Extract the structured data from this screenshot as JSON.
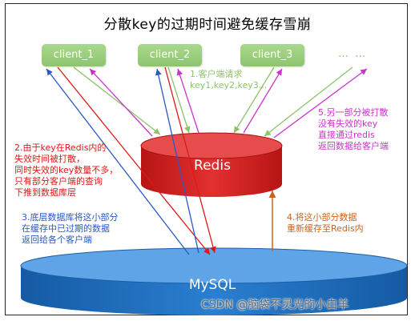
{
  "title": "分散key的过期时间避免缓存雪崩",
  "clients": [
    "client_1",
    "client_2",
    "client_3"
  ],
  "more_clients": "… …",
  "notes": {
    "request": "1.客户端请求\nkey1,key2,key3...",
    "cache_hit": "5.另一部分被打散\n没有失效的key\n直接通过redis\n返回数据给客户端",
    "partial_miss": "2.由于key在Redis内的\n失效时间被打散，\n同时失效的key数量不多，\n只有部分客户端的查询\n下推到数据库层",
    "db_return": "3.底层数据库将这小部分\n在缓存中已过期的数据\n返回给各个客户端",
    "recache": "4.将这小部分数据\n重新缓存至Redis内"
  },
  "redis_label": "Redis",
  "mysql_label": "MySQL",
  "watermark": "CSDN @脑袋不灵光的小白羊",
  "colors": {
    "client": "#8ec46f",
    "redis": "#d42020",
    "mysql": "#1f6fbf",
    "arrow_green": "#8cc36b",
    "arrow_magenta": "#cc33cc",
    "arrow_red": "#e01818",
    "arrow_blue": "#2b59c3",
    "arrow_orange": "#c8641e"
  }
}
